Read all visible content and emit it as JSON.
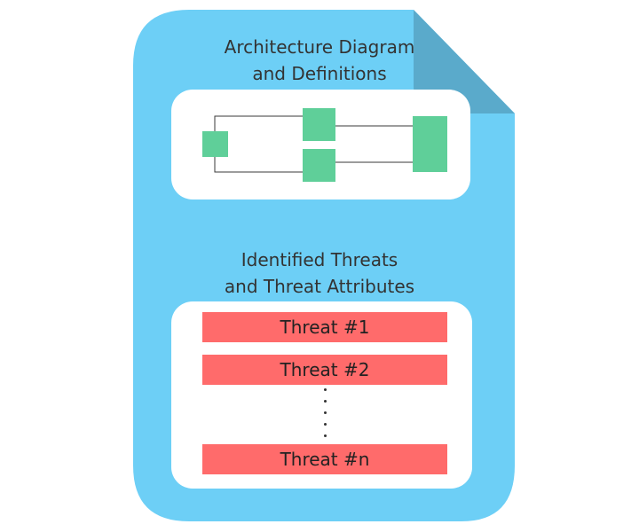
{
  "colors": {
    "document": "#6dcff6",
    "document_fold": "#5aaacb",
    "panel": "#ffffff",
    "component": "#5fcf99",
    "connector": "#3a3a3a",
    "threat_bar": "#ff6b6b",
    "text": "#333333"
  },
  "architecture": {
    "heading_line1": "Architecture Diagram",
    "heading_line2": "and Definitions"
  },
  "threats": {
    "heading_line1": "Identified  Threats",
    "heading_line2": "and Threat Attributes",
    "items": [
      "Threat #1",
      "Threat #2",
      "Threat #n"
    ]
  }
}
